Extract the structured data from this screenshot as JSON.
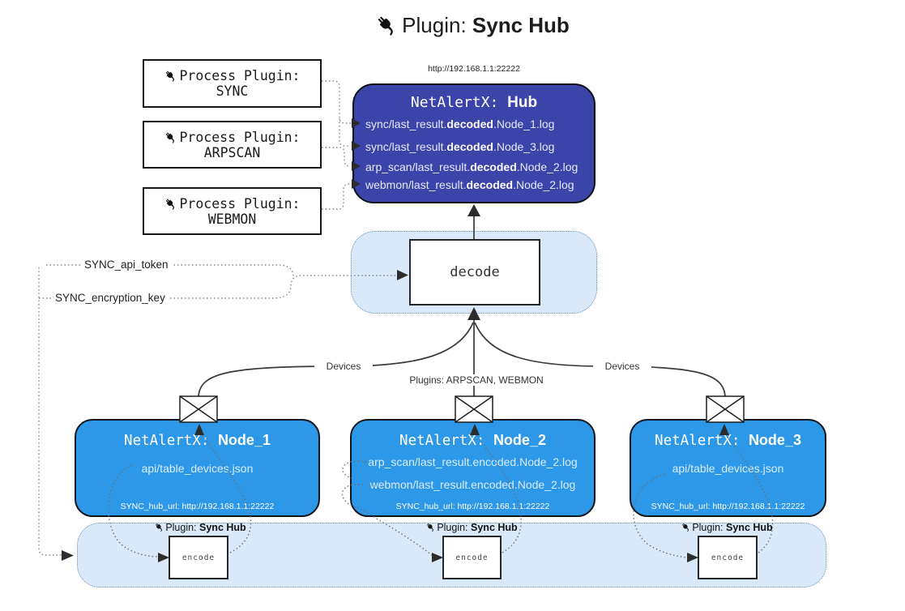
{
  "title": {
    "prefix": "Plugin: ",
    "bold": "Sync Hub"
  },
  "process_plugins": [
    {
      "line1": "Process Plugin:",
      "name": "SYNC"
    },
    {
      "line1": "Process Plugin:",
      "name": "ARPSCAN"
    },
    {
      "line1": "Process Plugin:",
      "name": "WEBMON"
    }
  ],
  "hub": {
    "url": "http://192.168.1.1:22222",
    "title_prefix": "NetAlertX: ",
    "title_bold": "Hub",
    "logs": [
      {
        "pre": "sync/last_result.",
        "bold": "decoded",
        "post": ".Node_1.log"
      },
      {
        "pre": "sync/last_result.",
        "bold": "decoded",
        "post": ".Node_3.log"
      },
      {
        "pre": "arp_scan/last_result.",
        "bold": "decoded",
        "post": ".Node_2.log"
      },
      {
        "pre": "webmon/last_result.",
        "bold": "decoded",
        "post": ".Node_2.log"
      }
    ]
  },
  "decode": {
    "label": "decode"
  },
  "keys": {
    "api_token": "SYNC_api_token",
    "encryption_key": "SYNC_encryption_key"
  },
  "edges": {
    "devices_left": "Devices",
    "devices_right": "Devices",
    "plugins_center": "Plugins: ARPSCAN, WEBMON"
  },
  "nodes": [
    {
      "title_prefix": "NetAlertX: ",
      "title_bold": "Node_1",
      "files": [
        "api/table_devices.json"
      ],
      "hub_url": "SYNC_hub_url: http://192.168.1.1:22222"
    },
    {
      "title_prefix": "NetAlertX: ",
      "title_bold": "Node_2",
      "files": [
        "arp_scan/last_result.encoded.Node_2.log",
        "webmon/last_result.encoded.Node_2.log"
      ],
      "hub_url": "SYNC_hub_url: http://192.168.1.1:22222"
    },
    {
      "title_prefix": "NetAlertX: ",
      "title_bold": "Node_3",
      "files": [
        "api/table_devices.json"
      ],
      "hub_url": "SYNC_hub_url: http://192.168.1.1:22222"
    }
  ],
  "encode": {
    "label": "encode",
    "plugin_prefix": "Plugin: ",
    "plugin_bold": "Sync Hub"
  },
  "colors": {
    "hub_fill": "#3b44a8",
    "node_fill": "#2d97e8",
    "panel_fill": "#d9e9f9",
    "panel_border": "#6e92b4",
    "line": "#3a3a3a",
    "dotted": "#7e7e7e"
  }
}
